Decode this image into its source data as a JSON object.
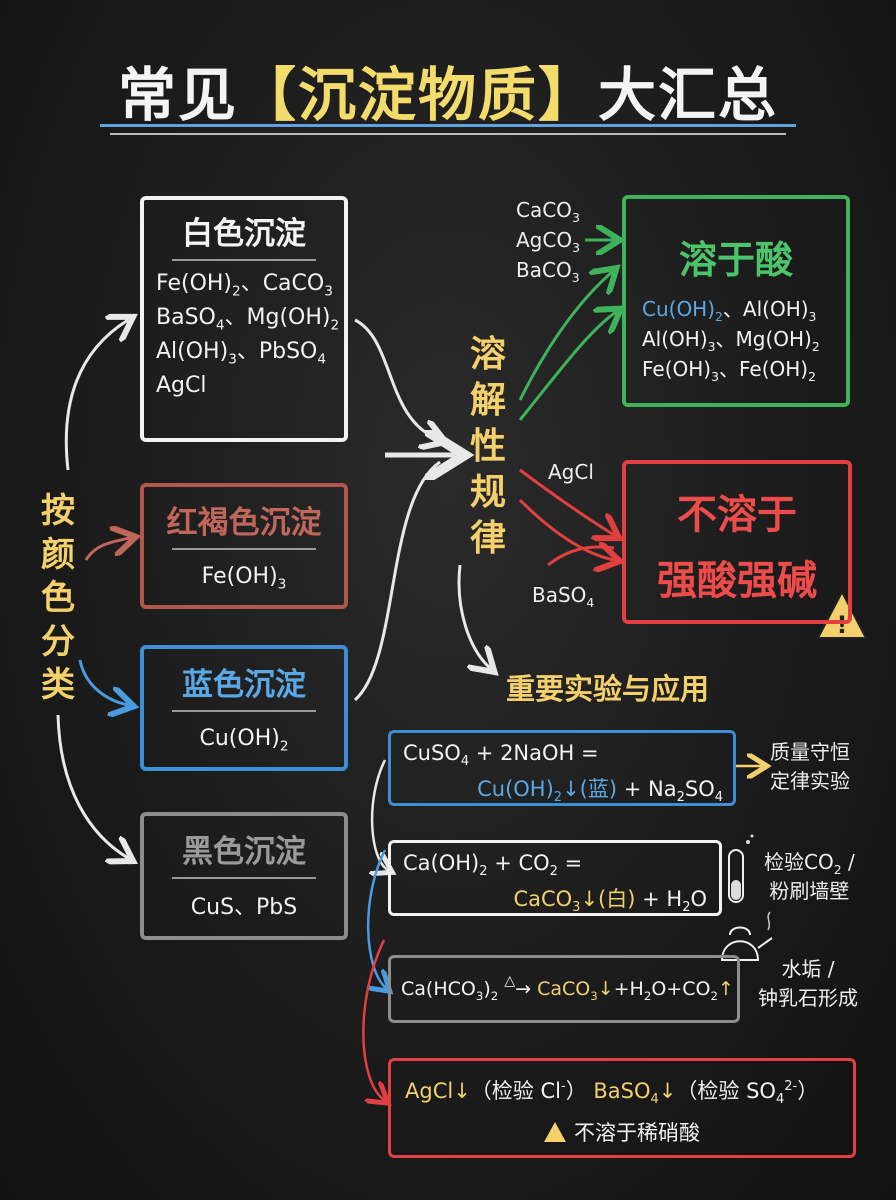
{
  "title": {
    "main_a": "常见",
    "main_b": "【沉淀物质】",
    "main_c": "大汇总"
  },
  "left_label": [
    "按",
    "颜",
    "色",
    "分",
    "类"
  ],
  "center_label": [
    "溶",
    "解",
    "性",
    "规",
    "律"
  ],
  "white_box": {
    "heading": "白色沉淀",
    "lines": [
      "Fe(OH)<sub>2</sub>、CaCO<sub>3</sub>",
      "BaSO<sub>4</sub>、Mg(OH)<sub>2</sub>",
      "Al(OH)<sub>3</sub>、PbSO<sub>4</sub>",
      "AgCl"
    ]
  },
  "red_box": {
    "heading": "红褐色沉淀",
    "body": "Fe(OH)<sub>3</sub>"
  },
  "blue_box": {
    "heading": "蓝色沉淀",
    "body": "Cu(OH)<sub>2</sub>"
  },
  "black_box": {
    "heading": "黑色沉淀",
    "body": "CuS、PbS"
  },
  "acid_side": [
    "CaCO<sub>3</sub>",
    "AgCO<sub>3</sub>",
    "BaCO<sub>3</sub>"
  ],
  "acid_box": {
    "heading": "溶于酸",
    "lines": [
      "<span class='b'>Cu(OH)<sub>2</sub></span>、Al(OH)<sub>3</sub>",
      "Al(OH)<sub>3</sub>、Mg(OH)<sub>2</sub>",
      "Fe(OH)<sub>3</sub>、Fe(OH)<sub>2</sub>"
    ]
  },
  "insoluble_side": {
    "agcl": "AgCl",
    "baso4": "BaSO<sub>4</sub>"
  },
  "insoluble_box": {
    "line1": "不溶于",
    "line2": "强酸强碱"
  },
  "applications_heading": "重要实验与应用",
  "reactions": [
    {
      "eq1": "CuSO<sub>4</sub> + 2NaOH =",
      "eq2": "<span class='b'>Cu(OH)<sub>2</sub>↓(蓝)</span> + Na<sub>2</sub>SO<sub>4</sub>",
      "note": "质量守恒<br>定律实验"
    },
    {
      "eq1": "Ca(OH)<sub>2</sub> + CO<sub>2</sub> =",
      "eq2": "<span class='y'>CaCO<sub>3</sub>↓(白)</span> + H<sub>2</sub>O",
      "note": "检验CO<sub>2</sub> /<br>粉刷墙壁"
    },
    {
      "eq1": "Ca(HCO<sub>3</sub>)<sub>2</sub> <span style='font-size:14px;position:relative;top:-10px'>△</span>→ <span class='y'>CaCO<sub>3</sub>↓</span>+H<sub>2</sub>O+CO<sub>2</sub><span class='y'>↑</span>",
      "note": "水垢 /<br>钟乳石形成"
    }
  ],
  "final_box": {
    "line1": "<span class='y'>AgCl↓</span>（检验 Cl<sup>-</sup>） <span class='y'>BaSO<sub>4</sub>↓</span>（检验 SO<sub>4</sub><sup>2-</sup>）",
    "line2": "不溶于稀硝酸"
  },
  "colors": {
    "white": "#f2f2f2",
    "red": "#b0574e",
    "blue": "#3f8fd6",
    "gray": "#8d8d8d",
    "green": "#3fb25c",
    "bright_red": "#e24040",
    "yellow": "#f3d06b"
  }
}
